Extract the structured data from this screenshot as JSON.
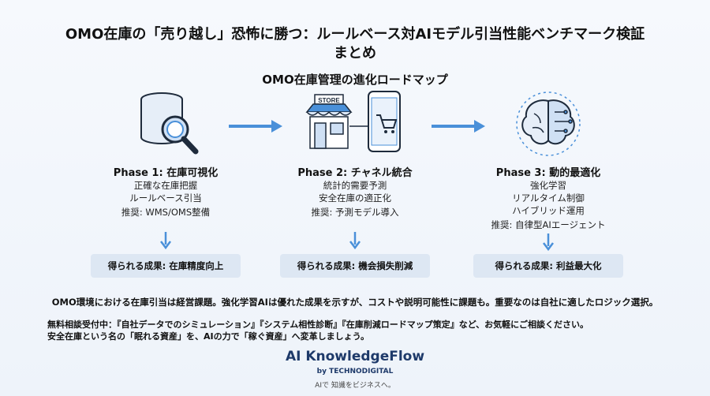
{
  "title_line1": "OMO在庫の「売り越し」恐怖に勝つ：ルールベース対AIモデル引当性能ベンチマーク検証",
  "title_line2": "まとめ",
  "subtitle": "OMO在庫管理の進化ロードマップ",
  "phases": [
    {
      "title": "Phase 1: 在庫可視化",
      "lines": [
        "正確な在庫把握",
        "ルールベース引当"
      ],
      "rec": "推奨: WMS/OMS整備",
      "result": "得られる成果: 在庫精度向上",
      "icon": "database-search-icon"
    },
    {
      "title": "Phase 2: チャネル統合",
      "lines": [
        "統計的需要予測",
        "安全在庫の適正化"
      ],
      "rec": "推奨: 予測モデル導入",
      "result": "得られる成果: 機会損失削減",
      "icon": "store-mobile-icon",
      "store_label": "STORE"
    },
    {
      "title": "Phase 3: 動的最適化",
      "lines": [
        "強化学習",
        "リアルタイム制御",
        "ハイブリッド運用"
      ],
      "rec": "推奨: 自律型AIエージェント",
      "result": "得られる成果: 利益最大化",
      "icon": "ai-brain-icon"
    }
  ],
  "summary": "OMO環境における在庫引当は経営課題。強化学習AIは優れた成果を示すが、コストや説明可能性に課題も。重要なのは自社に適したロジック選択。",
  "cta_line1": "無料相談受付中：『自社データでのシミュレーション』『システム相性診断』『在庫削減ロードマップ策定』など、お気軽にご相談ください。",
  "cta_line2": "安全在庫という名の「眠れる資産」を、AIの力で「稼ぐ資産」へ変革しましょう。",
  "brand": "AI KnowledgeFlow",
  "brand_sub": "by TECHNODIGITAL",
  "brand_tag": "AIで 知識をビジネスへ。",
  "colors": {
    "accent": "#4a90d9",
    "result_bg": "#dde7f3",
    "brand": "#1e3a6a"
  }
}
